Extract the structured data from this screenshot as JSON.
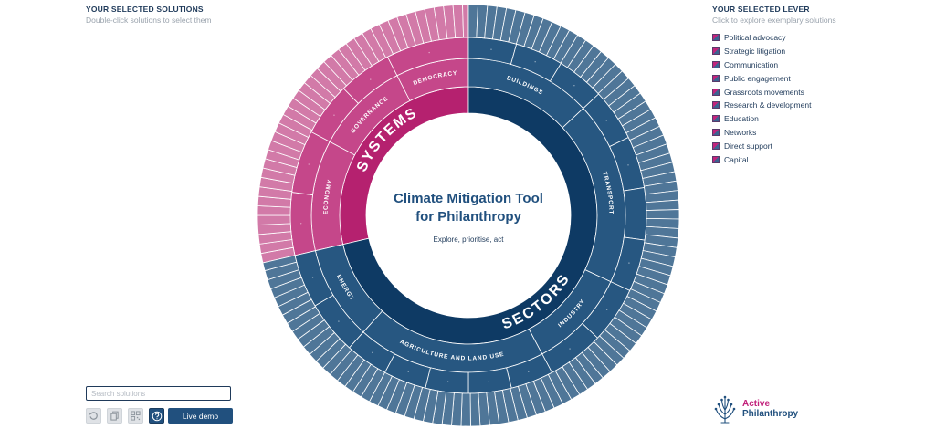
{
  "left_panel": {
    "title": "YOUR SELECTED SOLUTIONS",
    "subtitle": "Double-click solutions to select them"
  },
  "right_panel": {
    "title": "YOUR SELECTED LEVER",
    "subtitle": "Click to explore exemplary solutions",
    "levers": [
      {
        "label": "Political advocacy"
      },
      {
        "label": "Strategic litigation"
      },
      {
        "label": "Communication"
      },
      {
        "label": "Public engagement"
      },
      {
        "label": "Grassroots movements"
      },
      {
        "label": "Research & development"
      },
      {
        "label": "Education"
      },
      {
        "label": "Networks"
      },
      {
        "label": "Direct support"
      },
      {
        "label": "Capital"
      }
    ]
  },
  "center": {
    "title_line1": "Climate Mitigation Tool",
    "title_line2": "for Philanthropy",
    "subtitle": "Explore, prioritise, act"
  },
  "wheel": {
    "groups": [
      {
        "name": "SYSTEMS",
        "color": "#b5216f",
        "sectors": [
          {
            "name": "ECONOMY"
          },
          {
            "name": "GOVERNANCE"
          },
          {
            "name": "DEMOCRACY"
          }
        ]
      },
      {
        "name": "SECTORS",
        "color": "#0e3a64",
        "sectors": [
          {
            "name": "BUILDINGS"
          },
          {
            "name": "TRANSPORT"
          },
          {
            "name": "INDUSTRY"
          },
          {
            "name": "AGRICULTURE AND LAND USE"
          },
          {
            "name": "ENERGY"
          }
        ]
      }
    ]
  },
  "search": {
    "placeholder": "Search solutions"
  },
  "toolbar": {
    "reset_icon": "reset-icon",
    "copy_icon": "copy-icon",
    "qr_icon": "qr-code-icon",
    "help_icon": "help-icon",
    "demo_label": "Live demo"
  },
  "logo": {
    "line1": "Active",
    "line2": "Philanthropy",
    "icon": "tree-icon"
  },
  "colors": {
    "systems_inner": "#b5216f",
    "systems_mid": "#c5478a",
    "systems_outer": "#d27aa8",
    "systems_seg": "#db8fb6",
    "sectors_inner": "#0e3a64",
    "sectors_mid": "#275781",
    "sectors_outer": "#4f7698",
    "sectors_seg": "#6b8aa8",
    "accent": "#21507e"
  }
}
